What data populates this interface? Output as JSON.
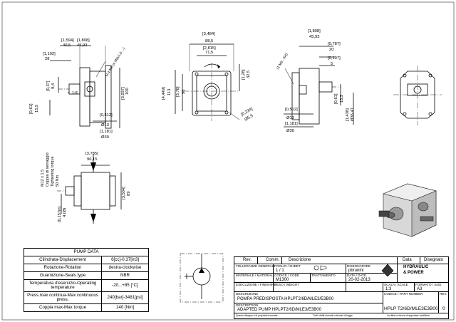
{
  "views": {
    "left": {
      "dims": [
        "[1,594]",
        "40,5",
        "[1,808]",
        "45,93",
        "[1,102]",
        "28",
        "[0,37]",
        "9,4",
        "[0,61]",
        "15,5",
        "[3,937]",
        "100",
        "[0,512]",
        "Ø13",
        "[1,181]",
        "Ø30"
      ],
      "flange_note": "N.4 M8\n(4 M8x1,0 ...)",
      "detail_note": "1:8"
    },
    "front": {
      "dims": [
        "[3,484]",
        "88,5",
        "[2,815]",
        "71,5",
        "[1,28]",
        "32,5",
        "[4,449]",
        "113",
        "[3,78]",
        "96",
        "[0,234]",
        "Ø5,5"
      ]
    },
    "right": {
      "dims": [
        "[1,808]",
        "45,93",
        "[0,787]",
        "20",
        "[0,197]",
        "5",
        "[0,61]",
        "15,5",
        "[1,438]",
        "Ø36,47",
        "[0,512]",
        "Ø13",
        "[1,181]",
        "Ø30"
      ],
      "flange_note": "(1 M8 - 6H)"
    },
    "bottom": {
      "dims": [
        "[3,785]",
        "96,15",
        "[3,504]",
        "89",
        "[0,157in]",
        "4 (Ø)"
      ],
      "torque_note": [
        "M12 x 1.5",
        "Coppia di serraggio",
        "Tightening torque",
        "50 Nm"
      ]
    }
  },
  "pump_data": {
    "title": "PUMP DATA",
    "rows": [
      {
        "k": "Cilindrata-Displacement",
        "v": "6[cc]-0,37[in3]"
      },
      {
        "k": "Rotazione-Rotation",
        "v": "destra-clockwise"
      },
      {
        "k": "Guarnizione-Seals type",
        "v": "NBR"
      },
      {
        "k": "Temperatura d'esercizio-Operating temperature",
        "v": "-20...+85 [°C]"
      },
      {
        "k": "Press.max continua-Max continuous press.",
        "v": "240[bar]-3481[psi]"
      },
      {
        "k": "Coppia max-Max torque",
        "v": "140 [Nm]"
      }
    ]
  },
  "title_block": {
    "header": {
      "rev": "Rev.",
      "comm": "Comm.",
      "desc": "Descrizione",
      "date": "Data",
      "drawn": "Disegnato"
    },
    "row1_labels": {
      "a": "TOLLERANZE GENERALI",
      "b": "FOGLIO / SHEET",
      "c": "",
      "d": "DISEGNATORE"
    },
    "row1_values": {
      "b": "1 / 1",
      "d": "pbrunini"
    },
    "row2_labels": {
      "a": "MATERIALE / MATERIAL",
      "b": "CODICE / CODE",
      "c": "TRATTAMENTO",
      "d": "DATA / DATE"
    },
    "row2_values": {
      "b": "M1300",
      "d": "20-02-2013"
    },
    "row3_labels": {
      "a": "ESECUZIONE / FINISHING",
      "b": "PESO / WEIGHT",
      "c": "",
      "d": "SCALA / SCALE",
      "e": "FORMATO / SIZE"
    },
    "row3_values": {
      "d": "1:3",
      "e": "A3"
    },
    "desc_label": "DESCRIZIONE",
    "desc_it": "POMPA PREDISPOSTA HPLPT2/6D/MLE3/E3B00",
    "code_label": "CODICE / PART NUMBER",
    "desc_en_label": "DESCRIPTION",
    "desc_en": "ADAPTED PUMP HPLPT2/6D/MLE3/E3B00",
    "part_number": "HPLP T2/6D/MLE3E3B00",
    "rev_value": "0",
    "rev_label": "REV.",
    "footer_left": "Questo disegno è di proprietà riservata ...",
    "footer_mid": "Tutti i diritti riservati a termini di legge",
    "footer_right": "La ditta si riserva di apportare modifiche"
  },
  "logo_text": [
    "HYDRAULIC",
    "& POWER"
  ]
}
